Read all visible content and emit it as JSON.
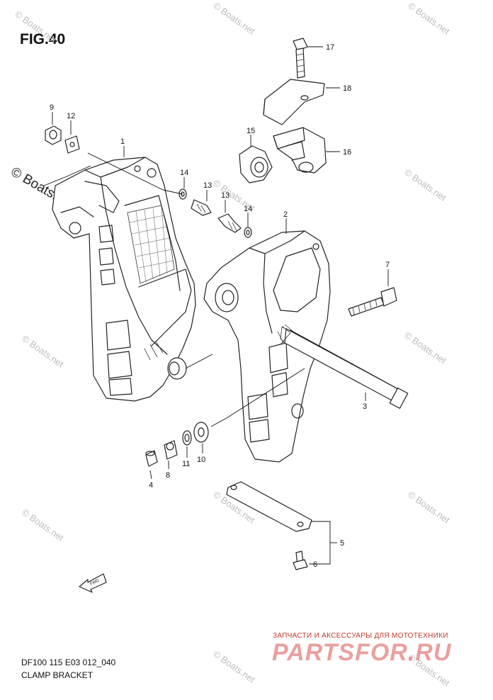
{
  "figure": {
    "title": "FIG.40",
    "model_code": "DF100 115 E03 012_040",
    "part_group": "CLAMP BRACKET"
  },
  "callouts": [
    "1",
    "2",
    "3",
    "4",
    "5",
    "6",
    "7",
    "8",
    "9",
    "10",
    "11",
    "12",
    "13",
    "13",
    "14",
    "14",
    "15",
    "16",
    "17",
    "18"
  ],
  "watermark": {
    "text": "© Boats.net",
    "large_text": "© Boats.net"
  },
  "branding": {
    "tagline": "ЗАПЧАСТИ И АКСЕССУАРЫ ДЛЯ МОТОТЕХНИКИ",
    "logo": "PARTSFOR.RU"
  },
  "fwd_label": "FWD"
}
